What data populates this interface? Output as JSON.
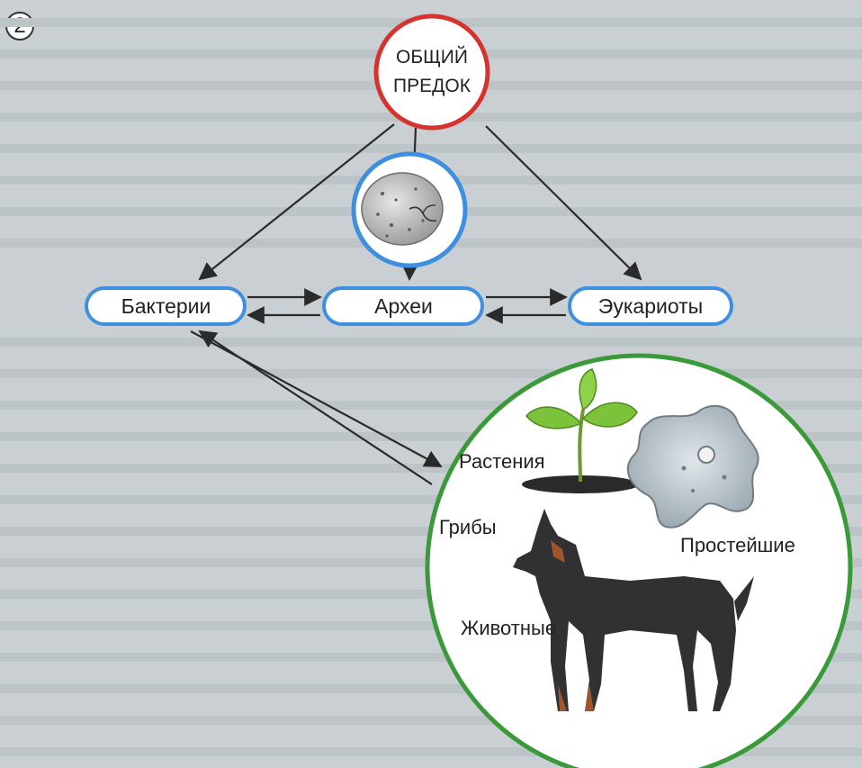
{
  "step_number": "2",
  "common_ancestor": {
    "line1": "ОБЩИЙ",
    "line2": "ПРЕДОК"
  },
  "domains": {
    "bacteria": "Бактерии",
    "archaea": "Археи",
    "eukaryotes": "Эукариоты"
  },
  "eukaryote_groups": {
    "plants": "Растения",
    "fungi": "Грибы",
    "protists": "Простейшие",
    "animals": "Животные"
  },
  "colors": {
    "ancestor_ring": "#d6332e",
    "domain_blue": "#3f8fe0",
    "eukaryote_ring": "#3a9a3a",
    "arrow": "#2a2a2a"
  }
}
